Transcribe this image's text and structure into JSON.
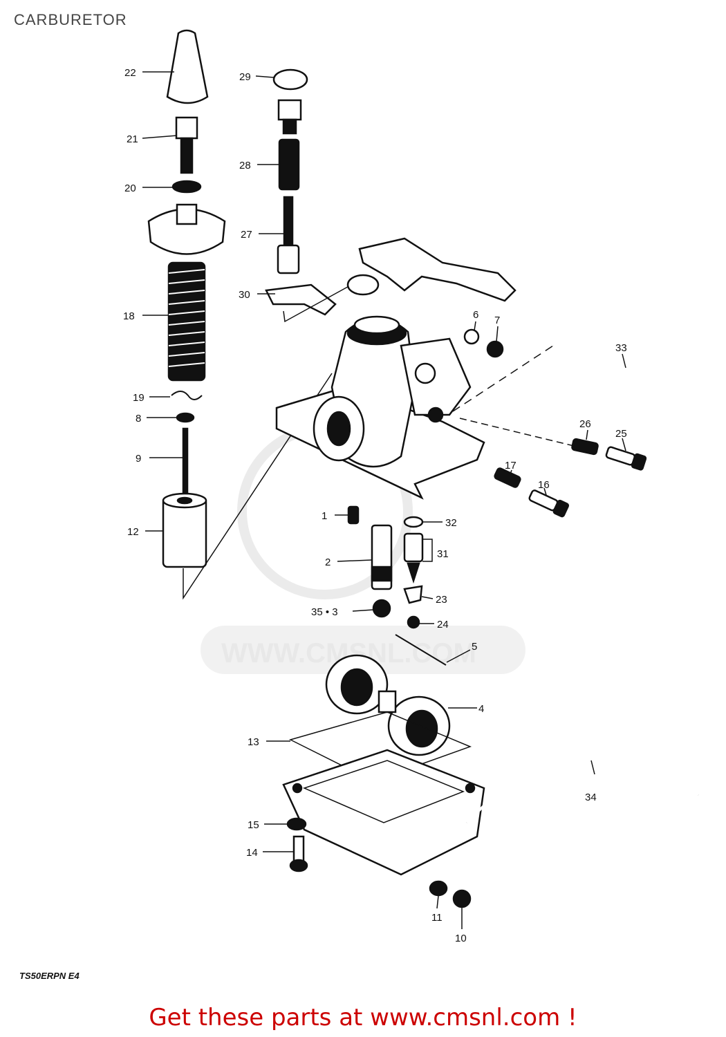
{
  "page": {
    "title": "CARBURETOR",
    "diagram_code": "TS50ERPN E4",
    "footer_link": "Get these parts at www.cmsnl.com !",
    "watermark": "WWW.CMSNL.COM"
  },
  "callouts": [
    {
      "id": "c1",
      "text": "1"
    },
    {
      "id": "c2",
      "text": "2"
    },
    {
      "id": "c3",
      "text": "35 • 3"
    },
    {
      "id": "c4",
      "text": "4"
    },
    {
      "id": "c5",
      "text": "5"
    },
    {
      "id": "c6",
      "text": "6"
    },
    {
      "id": "c7",
      "text": "7"
    },
    {
      "id": "c8",
      "text": "8"
    },
    {
      "id": "c9",
      "text": "9"
    },
    {
      "id": "c10",
      "text": "10"
    },
    {
      "id": "c11",
      "text": "11"
    },
    {
      "id": "c12",
      "text": "12"
    },
    {
      "id": "c13",
      "text": "13"
    },
    {
      "id": "c14",
      "text": "14"
    },
    {
      "id": "c15",
      "text": "15"
    },
    {
      "id": "c16",
      "text": "16"
    },
    {
      "id": "c17",
      "text": "17"
    },
    {
      "id": "c18",
      "text": "18"
    },
    {
      "id": "c19",
      "text": "19"
    },
    {
      "id": "c20",
      "text": "20"
    },
    {
      "id": "c21",
      "text": "21"
    },
    {
      "id": "c22",
      "text": "22"
    },
    {
      "id": "c23",
      "text": "23"
    },
    {
      "id": "c24",
      "text": "24"
    },
    {
      "id": "c25",
      "text": "25"
    },
    {
      "id": "c26",
      "text": "26"
    },
    {
      "id": "c27",
      "text": "27"
    },
    {
      "id": "c28",
      "text": "28"
    },
    {
      "id": "c29",
      "text": "29"
    },
    {
      "id": "c30",
      "text": "30"
    },
    {
      "id": "c31",
      "text": "31"
    },
    {
      "id": "c32",
      "text": "32"
    },
    {
      "id": "c33",
      "text": "33"
    },
    {
      "id": "c34",
      "text": "34"
    }
  ]
}
